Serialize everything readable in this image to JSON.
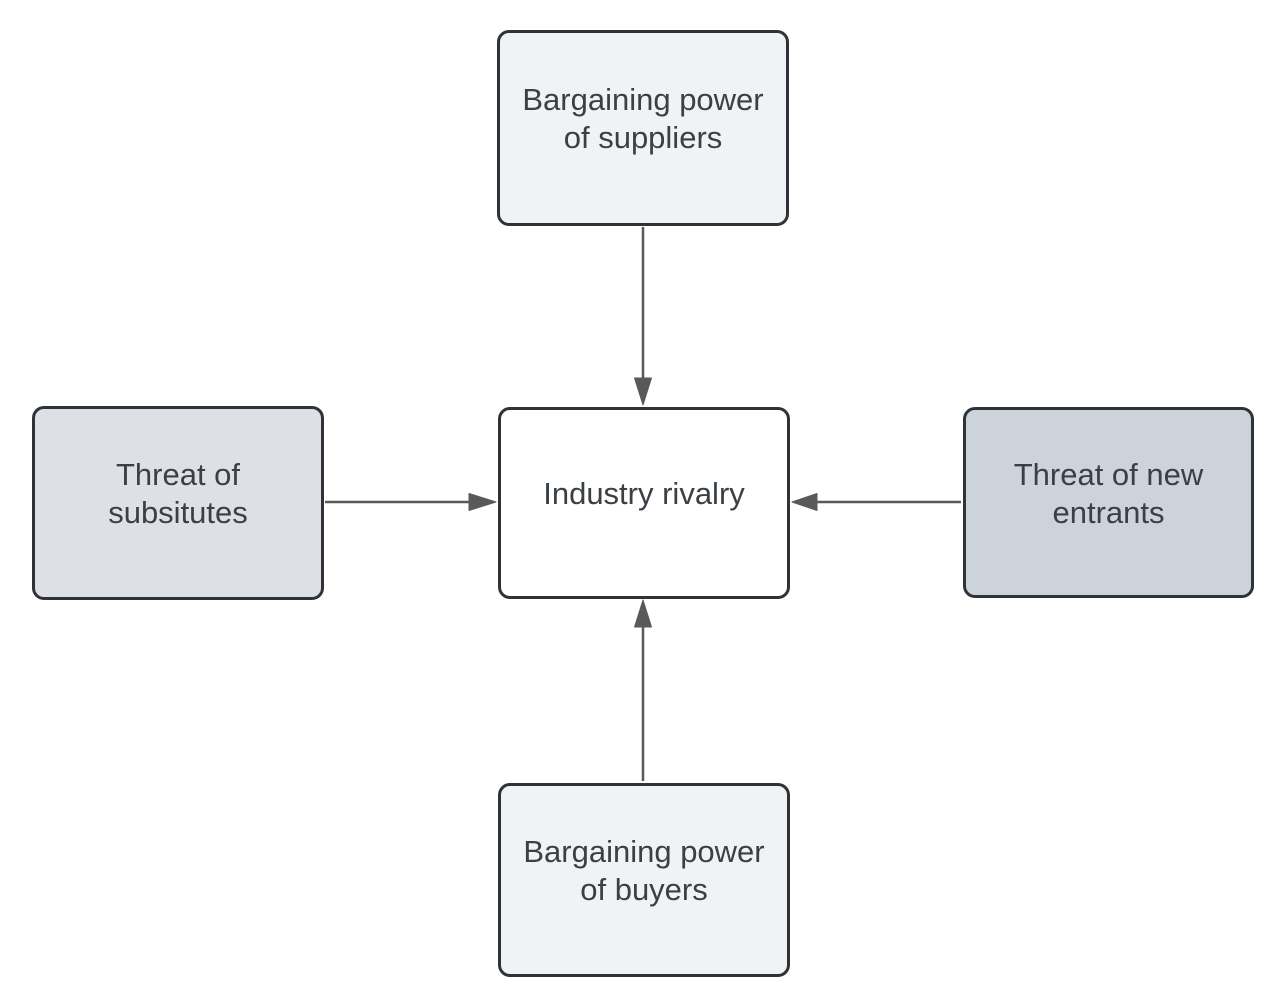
{
  "diagram": {
    "type": "five-forces-diagram",
    "background_color": "#ffffff",
    "border_color": "#2f3338",
    "arrow_color": "#595959",
    "text_color": "#3b4045",
    "nodes": {
      "suppliers": {
        "lines": [
          "Bargaining power",
          "of suppliers"
        ],
        "fill": "#f1f2f4",
        "position": "top"
      },
      "substitutes": {
        "lines": [
          "Threat of",
          "subsitutes"
        ],
        "fill": "#dde1e6",
        "position": "left"
      },
      "rivalry": {
        "lines": [
          "Industry rivalry"
        ],
        "fill": "#ffffff",
        "position": "center"
      },
      "new_entrants": {
        "lines": [
          "Threat of new",
          "entrants"
        ],
        "fill": "#ccd3db",
        "position": "right"
      },
      "buyers": {
        "lines": [
          "Bargaining power",
          "of buyers"
        ],
        "fill": "#f1f2f4",
        "position": "bottom"
      }
    },
    "edges": [
      {
        "from": "suppliers",
        "to": "rivalry",
        "direction": "down"
      },
      {
        "from": "substitutes",
        "to": "rivalry",
        "direction": "right"
      },
      {
        "from": "new_entrants",
        "to": "rivalry",
        "direction": "left"
      },
      {
        "from": "buyers",
        "to": "rivalry",
        "direction": "up"
      }
    ]
  }
}
